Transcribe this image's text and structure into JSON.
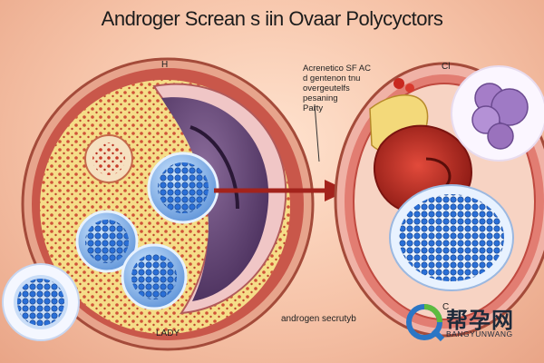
{
  "title": "Androger Screan s iin Ovaar Polycyctors",
  "labels": {
    "left_top": "H",
    "left_bottom": "LADY",
    "right_top": "Cl",
    "right_bottom": "C"
  },
  "callout": {
    "lines": [
      "Acrenetico SF AC",
      "d gentenon tnu",
      "overgeutelfs",
      "pesaning",
      "Party"
    ]
  },
  "androgen_label": "androgen secrutyb",
  "watermark": {
    "main": "帮孕网",
    "sub": "BANGYUNWANG",
    "logo": "q-logo-icon"
  },
  "colors": {
    "follicle_blue": "#2a6fd6",
    "tissue_red": "#c43b3b",
    "stroma_yellow": "#f3d97a",
    "arrow": "#a3231c"
  }
}
